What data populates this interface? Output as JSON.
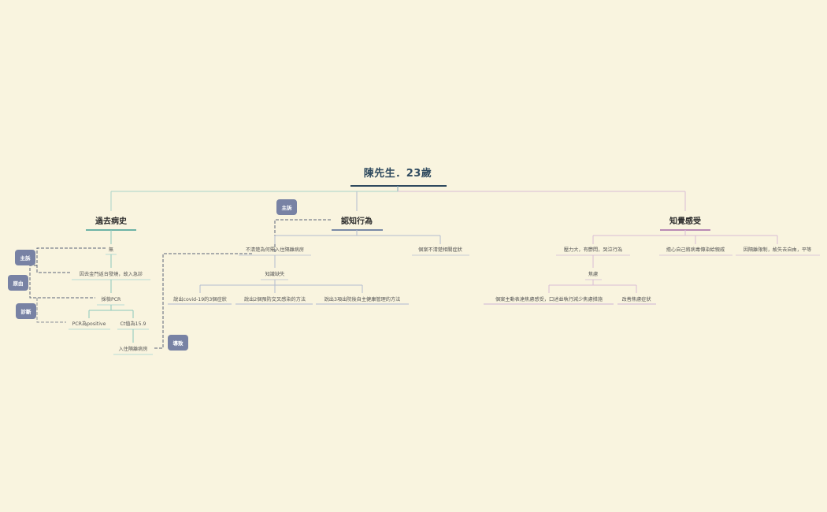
{
  "root": {
    "label": "陳先生．23歲",
    "color": "#2f4a5f"
  },
  "branches": {
    "history": {
      "label": "過去病史",
      "color": "#6db3a6",
      "items": {
        "n1": "無",
        "n2": "因去金門返台發燒，故入急診",
        "n3": "採檢PCR",
        "n4": "PCR為positive",
        "n5": "Ct值為15.9",
        "n6": "入住隔離病房"
      }
    },
    "cognition": {
      "label": "認知行為",
      "color": "#7a8aa6",
      "items": {
        "n1": "不清楚為何需入住隔離病房",
        "n2": "個案不清楚相關症狀",
        "n3": "知識缺失",
        "n4": "說出covid-19的3個症狀",
        "n5": "說出2個預防交叉感染的方法",
        "n6": "說出3項出院後自主健康管理的方法"
      }
    },
    "perception": {
      "label": "知覺感受",
      "color": "#b98bb5",
      "items": {
        "n1": "壓力大，有鬱悶，哭泣行為",
        "n2": "擔心自己將病毒傳染給親戚",
        "n3": "因隔離限制，故失去自由，平等",
        "n4": "焦慮",
        "n5": "個案主動表達焦慮感受，口述並執行減少焦慮措施",
        "n6": "改善焦慮症狀"
      }
    }
  },
  "badges": {
    "chief1": "主訴",
    "reason": "原由",
    "diagnosis": "診斷",
    "chief2": "主訴",
    "result": "導致"
  },
  "colors": {
    "background": "#f9f4df",
    "badge": "#7882a4"
  }
}
